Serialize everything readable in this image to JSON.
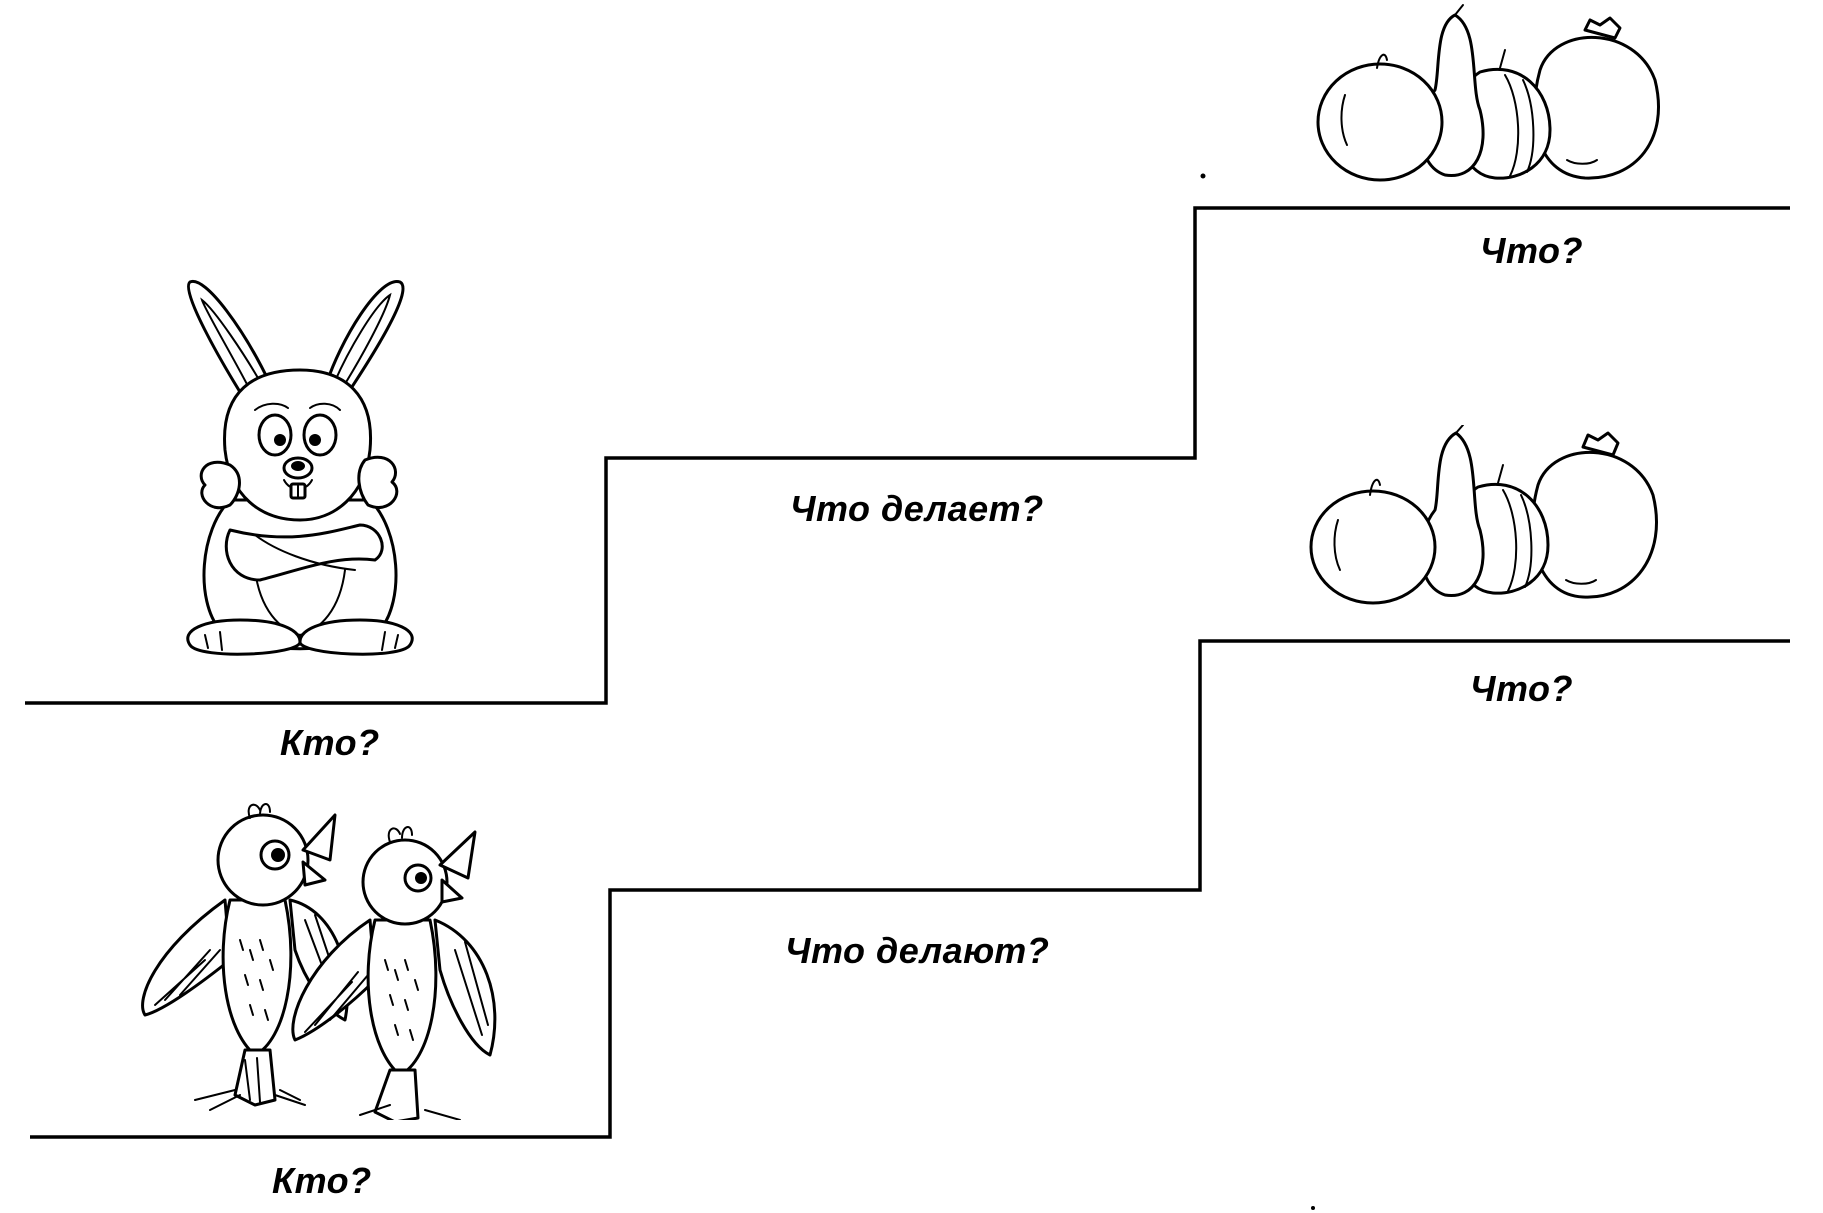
{
  "worksheet": {
    "rows": [
      {
        "who_label": "Кто?",
        "does_label": "Что делает?",
        "what_label": "Что?",
        "who_picture": "rabbit",
        "what_picture": "fruits"
      },
      {
        "who_label": "Кто?",
        "does_label": "Что делают?",
        "what_label": "Что?",
        "who_picture": "two-birds",
        "what_picture": "fruits"
      }
    ]
  }
}
